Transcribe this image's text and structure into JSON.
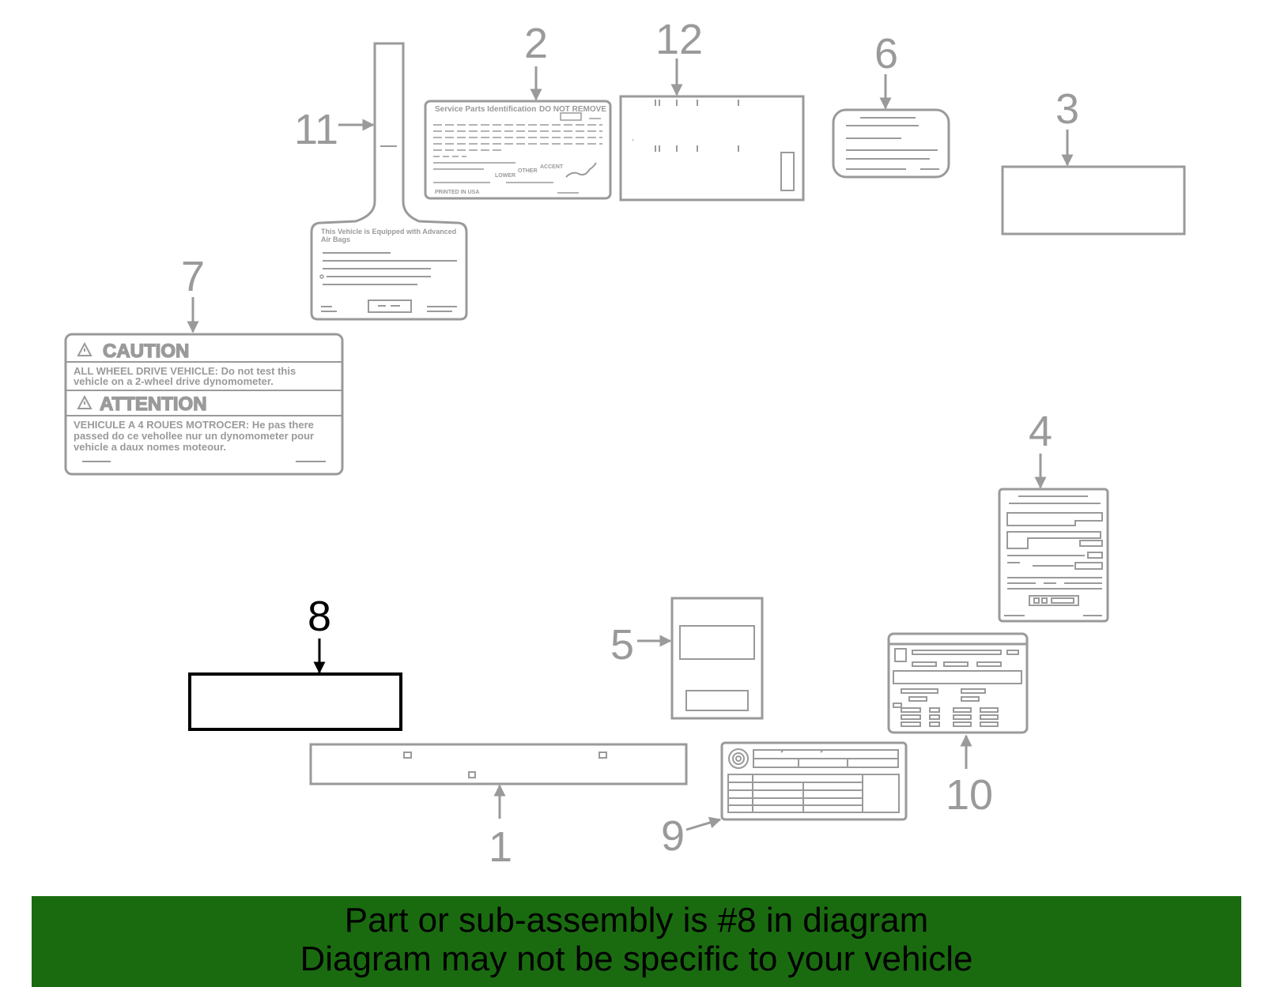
{
  "colors": {
    "gray": "#9a9a9a",
    "highlight": "#000000",
    "banner_bg": "#1a6b10",
    "banner_text": "#000000"
  },
  "callouts": {
    "c1": "1",
    "c2": "2",
    "c3": "3",
    "c4": "4",
    "c5": "5",
    "c6": "6",
    "c7": "7",
    "c8": "8",
    "c9": "9",
    "c10": "10",
    "c11": "11",
    "c12": "12"
  },
  "labels": {
    "spid_title": "Service Parts Identification",
    "spid_warning": "DO NOT REMOVE",
    "spid_lower": "LOWER",
    "spid_other": "OTHER",
    "spid_accent": "ACCENT",
    "spid_footer": "PRINTED IN USA",
    "airbag_title_1": "This Vehicle is Equipped with Advanced",
    "airbag_title_2": "Air Bags",
    "caution_heading": "CAUTION",
    "caution_text_1": "ALL WHEEL DRIVE VEHICLE: Do not test this",
    "caution_text_2": "vehicle on a 2-wheel drive dynomometer.",
    "attention_heading": "ATTENTION",
    "attention_text_1": "VEHICULE A 4 ROUES MOTROCER: He pas there",
    "attention_text_2": "passed do ce vehollee nur un dynomometer pour",
    "attention_text_3": "vehicle a daux nomes moteour."
  },
  "banner": {
    "line1": "Part or sub-assembly is #8 in diagram",
    "line2": "Diagram may not be specific to your vehicle"
  }
}
